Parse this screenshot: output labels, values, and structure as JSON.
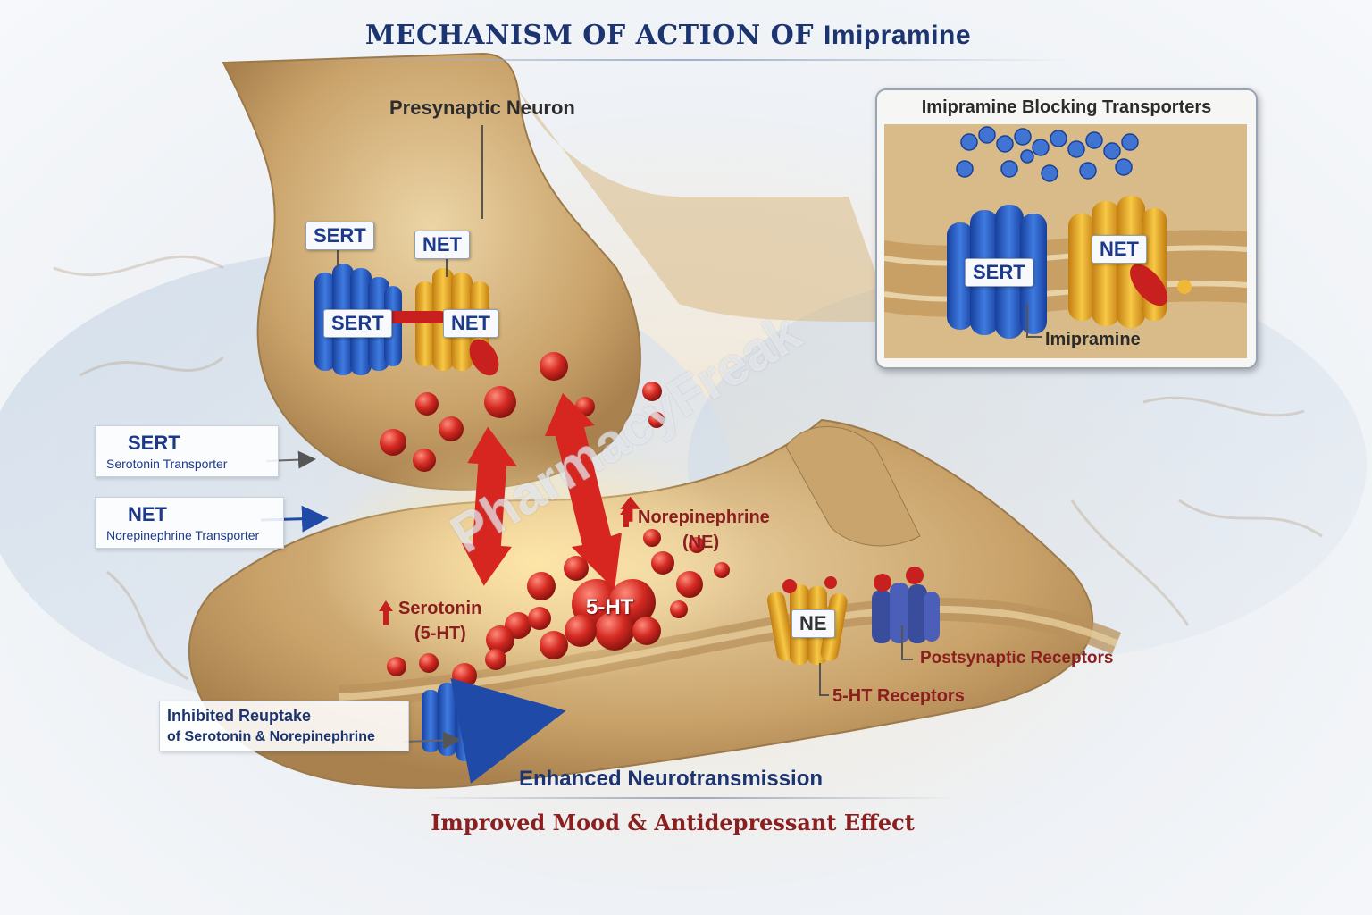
{
  "title": {
    "prefix": "MECHANISM OF ACTION OF ",
    "drug": "Imipramine"
  },
  "presynaptic_label": "Presynaptic Neuron",
  "transporter_tags": {
    "sert_top": "SERT",
    "net_top": "NET",
    "sert_body": "SERT",
    "net_body": "NET"
  },
  "legend": [
    {
      "title": "SERT",
      "subtitle": "Serotonin Transporter"
    },
    {
      "title": "NET",
      "subtitle": "Norepinephrine Transporter"
    }
  ],
  "inset": {
    "title": "Imipramine Blocking Transporters",
    "sert": "SERT",
    "net": "NET",
    "drug_label": "Imipramine"
  },
  "neurotransmitters": {
    "ne_line1": "Norepinephrine",
    "ne_line2": "(NE)",
    "ser_line1": "Serotonin",
    "ser_line2": "(5-HT)",
    "cluster_label": "5-HT"
  },
  "receptors": {
    "ne_tag": "NE",
    "postsynaptic": "Postsynaptic Receptors",
    "ht_receptors": "5-HT Receptors"
  },
  "reuptake": {
    "line1": "Inhibited Reuptake",
    "line2": "of Serotonin & Norepinephrine"
  },
  "outcome": {
    "line1": "Enhanced Neurotransmission",
    "line2": "Improved Mood & Antidepressant Effect"
  },
  "watermark": "PharmacyFreak",
  "colors": {
    "sert": "#2a5fc4",
    "net": "#e5a81f",
    "molecule": "#d42a22",
    "title": "#1c3570",
    "effect": "#8b1e1e"
  }
}
